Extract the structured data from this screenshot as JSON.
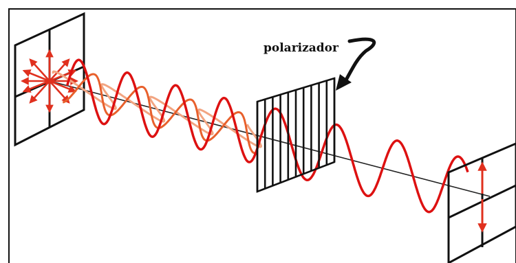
{
  "diagram": {
    "label_polarizer": "polarizador",
    "colors": {
      "wave_main": "#dd1111",
      "wave_secondary": "#f2a582",
      "wave_secondary_b": "#e8602c",
      "frame": "#111111",
      "arrows": "#e0301e"
    },
    "elements": [
      "unpolarized-light-screen",
      "unpolarized-wave",
      "polarizer-grid",
      "polarized-wave",
      "polarized-light-screen",
      "propagation-axis"
    ]
  }
}
